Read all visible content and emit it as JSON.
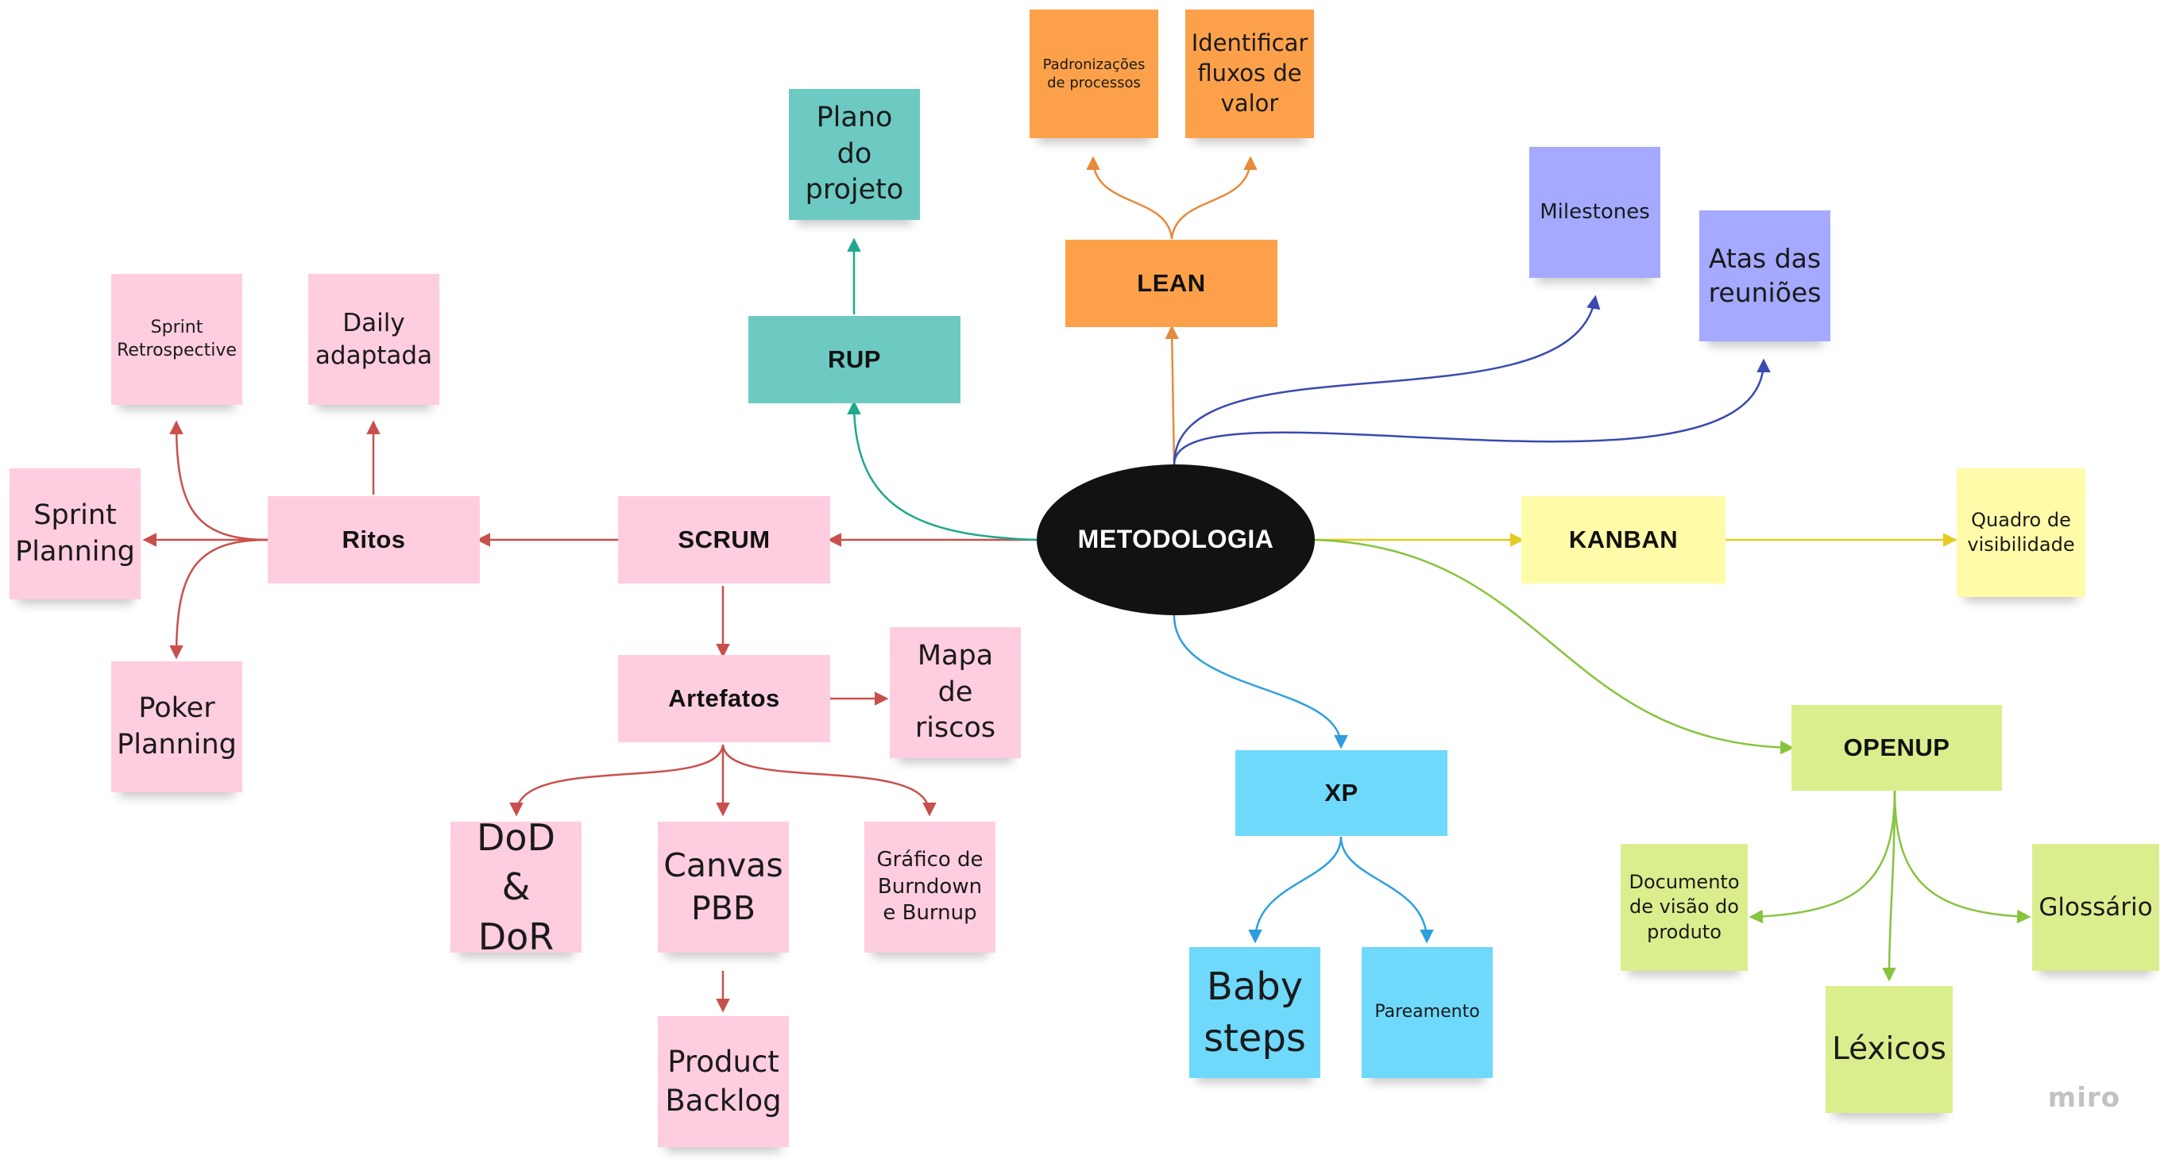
{
  "colors": {
    "pink": "#ffcde0",
    "teal": "#6ccac2",
    "orange": "#fca14a",
    "periwinkle": "#a5a9ff",
    "yellow": "#fffba8",
    "lime": "#dbee8e",
    "sky": "#6fd9fb",
    "center": "#121212",
    "line_scrum": "#c8504c",
    "line_rup": "#1fa88c",
    "line_lean": "#e68a3c",
    "line_milestones": "#3a4ab0",
    "line_kanban": "#e3cc21",
    "line_openup": "#86c43d",
    "line_xp": "#2c9ee0"
  },
  "center": {
    "label": "METODOLOGIA"
  },
  "topics": {
    "scrum": "SCRUM",
    "ritos": "Ritos",
    "artefatos": "Artefatos",
    "rup": "RUP",
    "lean": "LEAN",
    "kanban": "KANBAN",
    "openup": "OPENUP",
    "xp": "XP"
  },
  "notes": {
    "sprint_retrospective": "Sprint\nRetrospective",
    "daily_adaptada": "Daily\nadaptada",
    "sprint_planning": "Sprint\nPlanning",
    "poker_planning": "Poker\nPlanning",
    "mapa_de_riscos": "Mapa de\nriscos",
    "dod_dor": "DoD\n& DoR",
    "canvas_pbb": "Canvas\nPBB",
    "grafico_burndown": "Gráfico de\nBurndown\ne Burnup",
    "product_backlog": "Product\nBacklog",
    "plano_do_projeto": "Plano\ndo\nprojeto",
    "padronizacoes": "Padronizações\nde processos",
    "identificar_fluxos": "Identificar\nfluxos de\nvalor",
    "milestones": "Milestones",
    "atas_reunioes": "Atas das\nreuniões",
    "quadro_visibilidade": "Quadro de\nvisibilidade",
    "documento_visao": "Documento\nde visão do\nproduto",
    "glossario": "Glossário",
    "lexicos": "Léxicos",
    "baby_steps": "Baby\nsteps",
    "pareamento": "Pareamento"
  },
  "watermark": "miro"
}
